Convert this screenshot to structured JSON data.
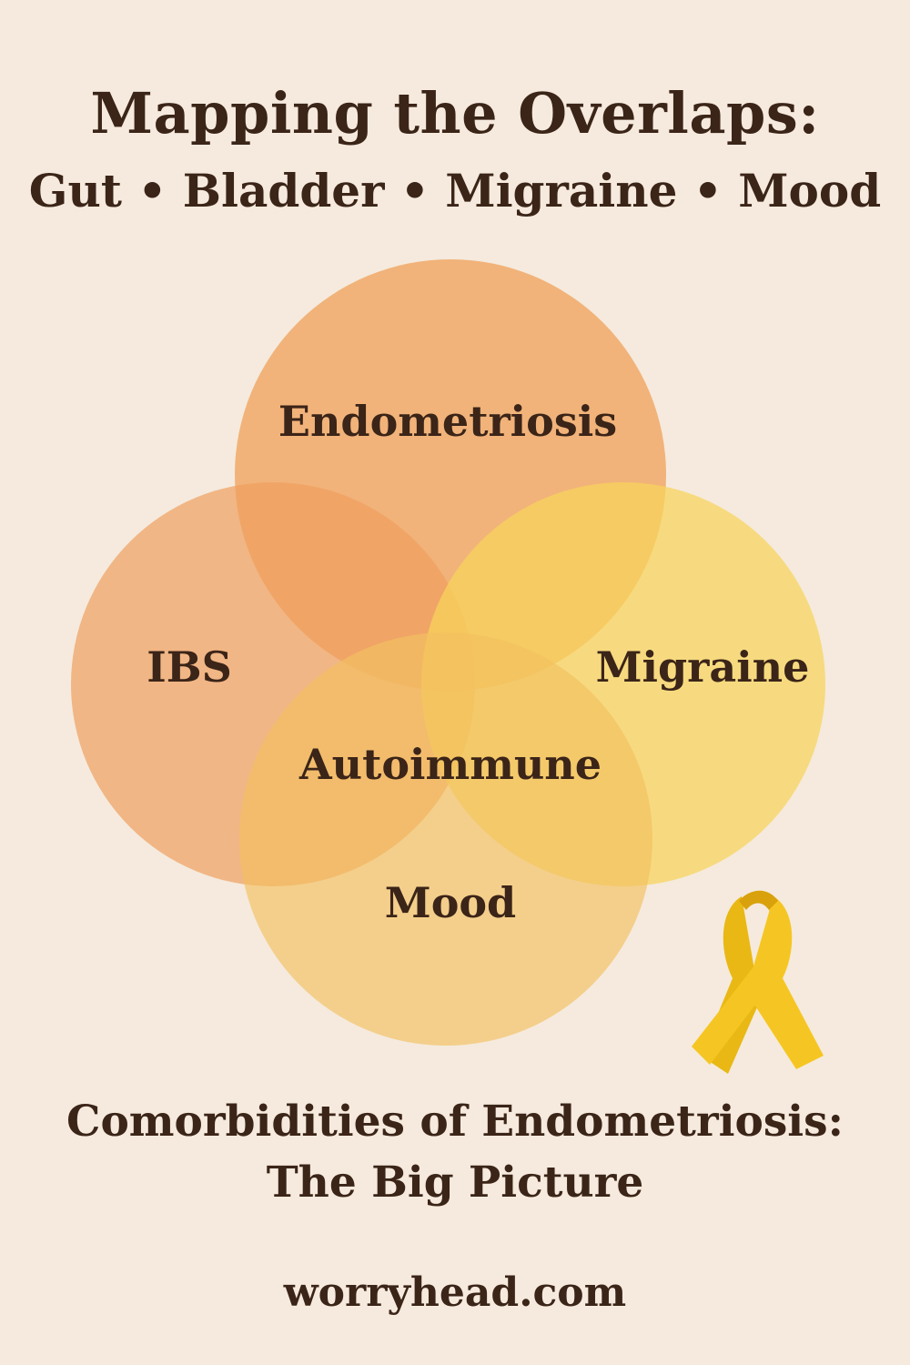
{
  "header": {
    "title": "Mapping the Overlaps:",
    "subtitle": "Gut • Bladder • Migraine • Mood"
  },
  "diagram": {
    "type": "venn",
    "sets": [
      {
        "label": "Endometriosis",
        "color": "#f0a968"
      },
      {
        "label": "IBS",
        "color": "#f0a968"
      },
      {
        "label": "Migraine",
        "color": "#f8d766"
      },
      {
        "label": "Mood",
        "color": "#f3c66a"
      }
    ],
    "center_label": "Autoimmune",
    "ribbon_icon": "awareness-ribbon-icon",
    "ribbon_color": "#f5c623"
  },
  "footer": {
    "line1": "Comorbidities of Endometriosis:",
    "line2": "The Big Picture",
    "site": "worryhead.com"
  }
}
